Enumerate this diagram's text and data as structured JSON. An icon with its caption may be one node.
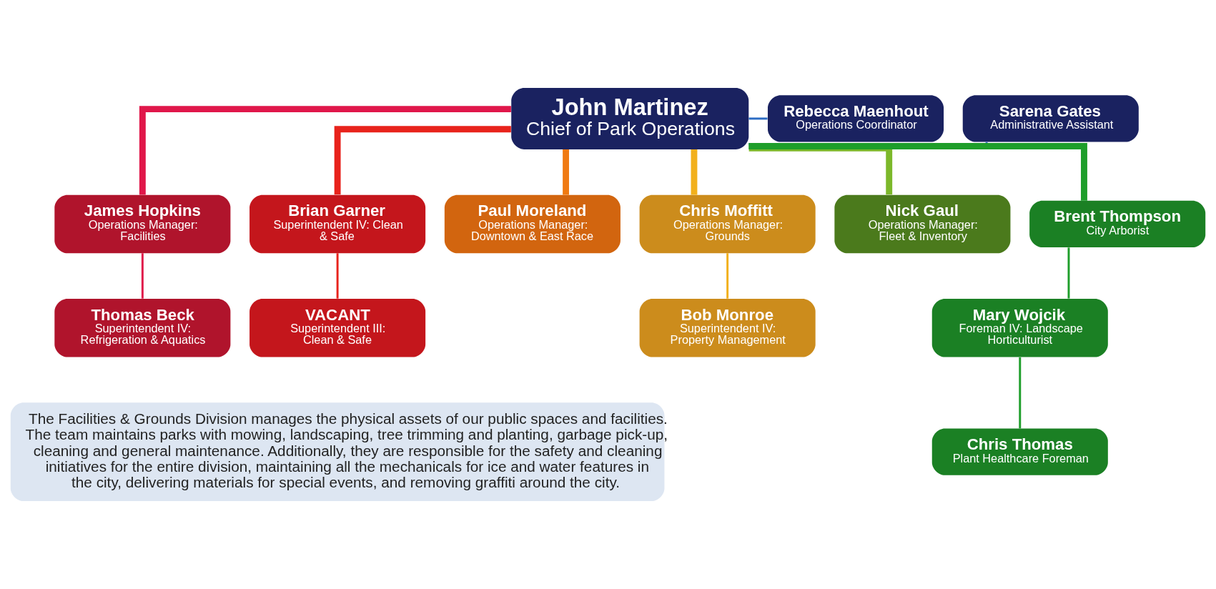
{
  "diagram": {
    "nodes": [
      {
        "text": [
          "John Martinez",
          "Chief of Park Operations"
        ]
      },
      {
        "text": [
          "Sarena Gates",
          "Administrative Assistant"
        ]
      },
      {
        "text": [
          "Rebecca Maenhout",
          "Operations Coordinator"
        ]
      },
      {
        "text": [
          "James Hopkins",
          "Operations Manager: Facilities"
        ]
      },
      {
        "text": [
          "Brian Garner",
          "Superintendent IV: Clean & Safe"
        ]
      },
      {
        "text": [
          "Paul Moreland",
          "Operations Manager: Downtown & East Race"
        ]
      },
      {
        "text": [
          "Chris Moffitt",
          "Operations Manager: Grounds"
        ]
      },
      {
        "text": [
          "Nick Gaul",
          "Operations Manager: Fleet & Inventory"
        ]
      },
      {
        "text": [
          "Brent Thompson",
          "City Arborist"
        ]
      },
      {
        "text": [
          "Thomas Beck",
          "Superintendent IV: Refrigeration & Aquatics"
        ]
      },
      {
        "text": [
          "VACANT",
          "Superintendent III: Clean & Safe"
        ]
      },
      {
        "text": [
          "Bob Monroe",
          "Superintendent IV: Property Management"
        ]
      },
      {
        "text": [
          "Mary Wojcik",
          "Foreman IV: Landscape Horticulturist"
        ]
      },
      {
        "text": [
          "Chris Thomas",
          "Plant Healthcare Foreman"
        ]
      },
      {
        "text": [
          "The Facilities & Grounds Division manages the physical assets of our public spaces and facilities. The team maintains parks with mowing, landscaping, tree trimming and planting, garbage pick-up, cleaning and general maintenance. Additionally, they are responsible for the safety and cleaning initiatives for the entire division, maintaining all the mechanicals for ice and water features in the city, delivering materials for special events, and removing graffiti around the city."
        ]
      }
    ],
    "edges": [
      {
        "from": 0,
        "to": 1,
        "arrow": "none",
        "color": "#2b6cc4"
      },
      {
        "from": 0,
        "to": 2,
        "arrow": "none",
        "color": "#2b6cc4"
      },
      {
        "from": 0,
        "to": 3,
        "arrow": "none",
        "style": "thick",
        "color": "#e0174a"
      },
      {
        "from": 0,
        "to": 4,
        "arrow": "none",
        "style": "thick",
        "color": "#e8231c"
      },
      {
        "from": 0,
        "to": 5,
        "arrow": "none",
        "style": "thick",
        "color": "#f07a12"
      },
      {
        "from": 0,
        "to": 6,
        "arrow": "none",
        "style": "thick",
        "color": "#f2b01c"
      },
      {
        "from": 0,
        "to": 7,
        "arrow": "none",
        "style": "thick",
        "color": "#7cb82a"
      },
      {
        "from": 0,
        "to": 8,
        "arrow": "none",
        "style": "thick",
        "color": "#1e9e2a"
      },
      {
        "from": 3,
        "to": 9,
        "arrow": "none",
        "color": "#e0174a"
      },
      {
        "from": 4,
        "to": 10,
        "arrow": "none",
        "color": "#e8231c"
      },
      {
        "from": 6,
        "to": 11,
        "arrow": "none",
        "color": "#f2b01c"
      },
      {
        "from": 8,
        "to": 12,
        "arrow": "none",
        "color": "#1e9e2a"
      },
      {
        "from": 12,
        "to": 13,
        "arrow": "none",
        "color": "#1e9e2a"
      }
    ]
  }
}
